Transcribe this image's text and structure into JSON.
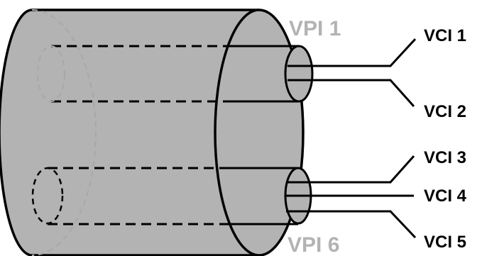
{
  "labels": {
    "vpi_top": "VPI 1",
    "vpi_bottom": "VPI 6",
    "vci": [
      "VCI 1",
      "VCI 2",
      "VCI 3",
      "VCI 4",
      "VCI 5"
    ]
  },
  "colors": {
    "cable_fill": "#b3b3b3",
    "outline": "#000000",
    "hidden_edge": "#a8a8a8",
    "vpi_label": "#b3b3b3",
    "vci_label": "#000000"
  }
}
